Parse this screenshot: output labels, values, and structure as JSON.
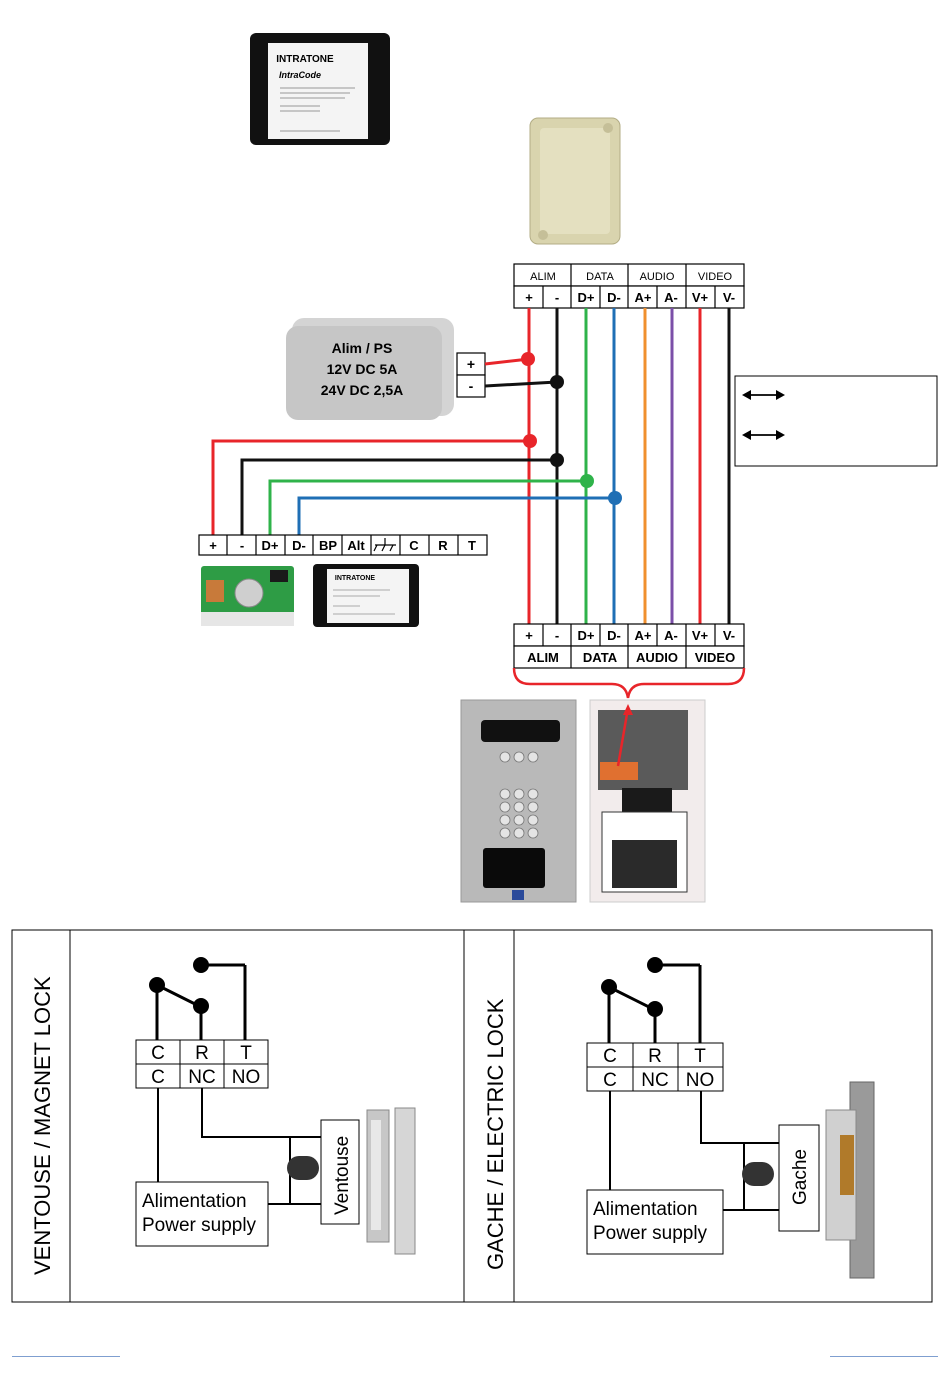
{
  "devices": {
    "intracode_top": {
      "brand": "INTRATONE",
      "model": "IntraCode"
    },
    "module_intracode": {
      "brand": "INTRATONE"
    }
  },
  "ps_box": {
    "line1": "Alim / PS",
    "line2": "12V DC 5A",
    "line3": "24V DC 2,5A",
    "plus": "+",
    "minus": "-"
  },
  "top_bus": {
    "groups": [
      "ALIM",
      "DATA",
      "AUDIO",
      "VIDEO"
    ],
    "terminals": [
      "+",
      "-",
      "D+",
      "D-",
      "A+",
      "A-",
      "V+",
      "V-"
    ]
  },
  "left_bus": {
    "terminals": [
      "+",
      "-",
      "D+",
      "D-",
      "BP",
      "Alt",
      "",
      "C",
      "R",
      "T"
    ]
  },
  "bottom_bus": {
    "terminals": [
      "+",
      "-",
      "D+",
      "D-",
      "A+",
      "A-",
      "V+",
      "V-"
    ],
    "groups": [
      "ALIM",
      "DATA",
      "AUDIO",
      "VIDEO"
    ]
  },
  "legend_box": {
    "row1": "",
    "row2": ""
  },
  "lock_panels": [
    {
      "side_label": "VENTOUSE / MAGNET LOCK",
      "relay_top": [
        "C",
        "R",
        "T"
      ],
      "relay_bottom": [
        "C",
        "NC",
        "NO"
      ],
      "psu_line1": "Alimentation",
      "psu_line2": "Power supply",
      "device_label": "Ventouse"
    },
    {
      "side_label": "GACHE / ELECTRIC LOCK",
      "relay_top": [
        "C",
        "R",
        "T"
      ],
      "relay_bottom": [
        "C",
        "NC",
        "NO"
      ],
      "psu_line1": "Alimentation",
      "psu_line2": "Power supply",
      "device_label": "Gache"
    }
  ],
  "colors": {
    "alim_plus": "#e8252a",
    "alim_minus": "#111111",
    "data_plus": "#2fb34a",
    "data_minus": "#1f6fb5",
    "audio_plus": "#f0902f",
    "audio_minus": "#7b4fa8",
    "video_plus": "#e8252a",
    "video_minus": "#111111",
    "footer_rule": "#7f9fd0"
  }
}
